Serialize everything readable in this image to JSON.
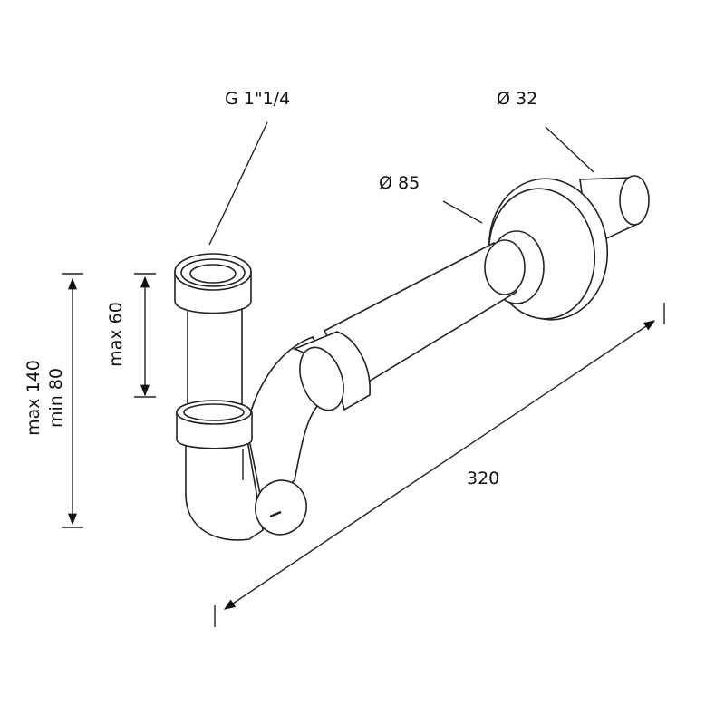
{
  "labels": {
    "thread": "G 1\"1/4",
    "outlet_diameter": "Ø 32",
    "rosette_diameter": "Ø 85",
    "length": "320",
    "height_max": "max 140",
    "height_min": "min 80",
    "tube_max": "max 60"
  }
}
